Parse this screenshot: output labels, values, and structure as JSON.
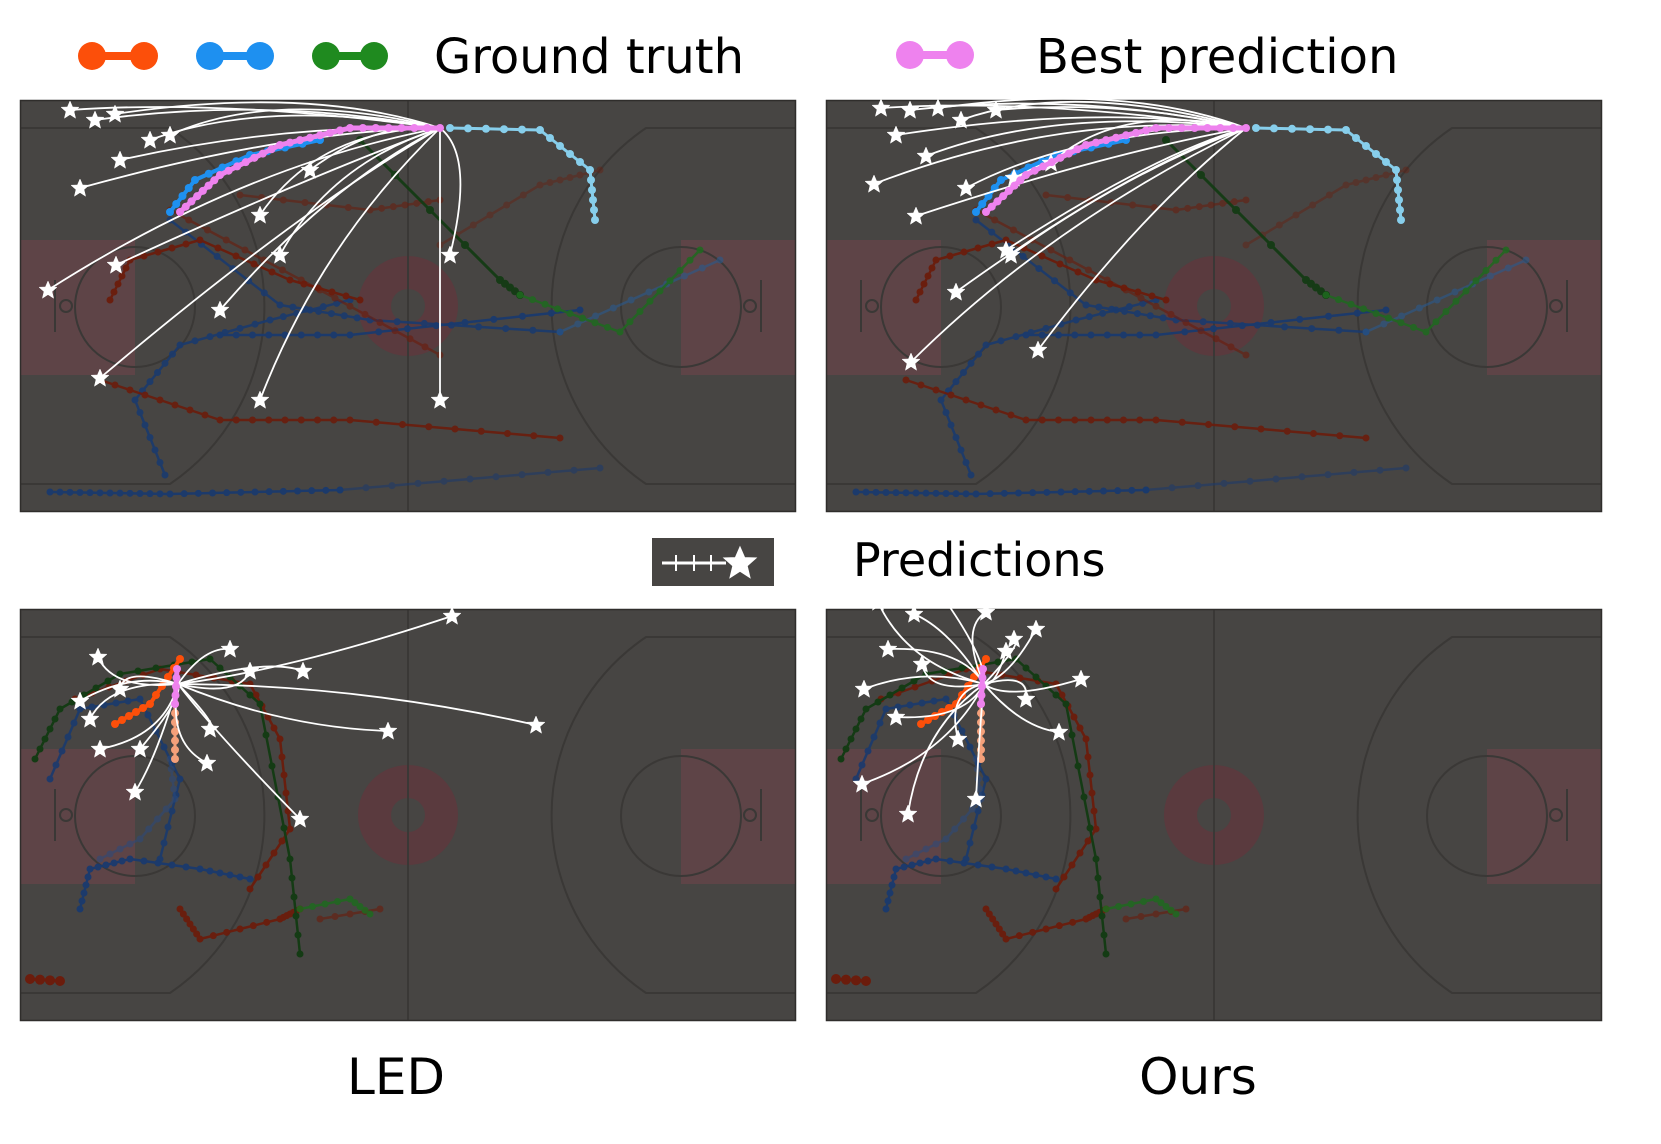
{
  "legend": {
    "ground_truth_label": "Ground truth",
    "best_prediction_label": "Best prediction",
    "predictions_label": "Predictions",
    "ground_truth_colors": [
      "#fc4f0a",
      "#1e90f0",
      "#1f8a1f"
    ],
    "best_prediction_color": "#ee82ee",
    "prediction_color": "#ffffff"
  },
  "panels": {
    "led_label": "LED",
    "ours_label": "Ours"
  },
  "colors": {
    "court": "#474543",
    "paint": "#5e4447",
    "circle": "#5a3a3e",
    "court_line": "#3a3836",
    "gt_red_dark": "#6b1c0c",
    "gt_blue_dark": "#1a3a6e",
    "gt_green_dark": "#143b14",
    "gt_light_blue": "#87ceeb",
    "gt_salmon": "#f4a07a"
  }
}
